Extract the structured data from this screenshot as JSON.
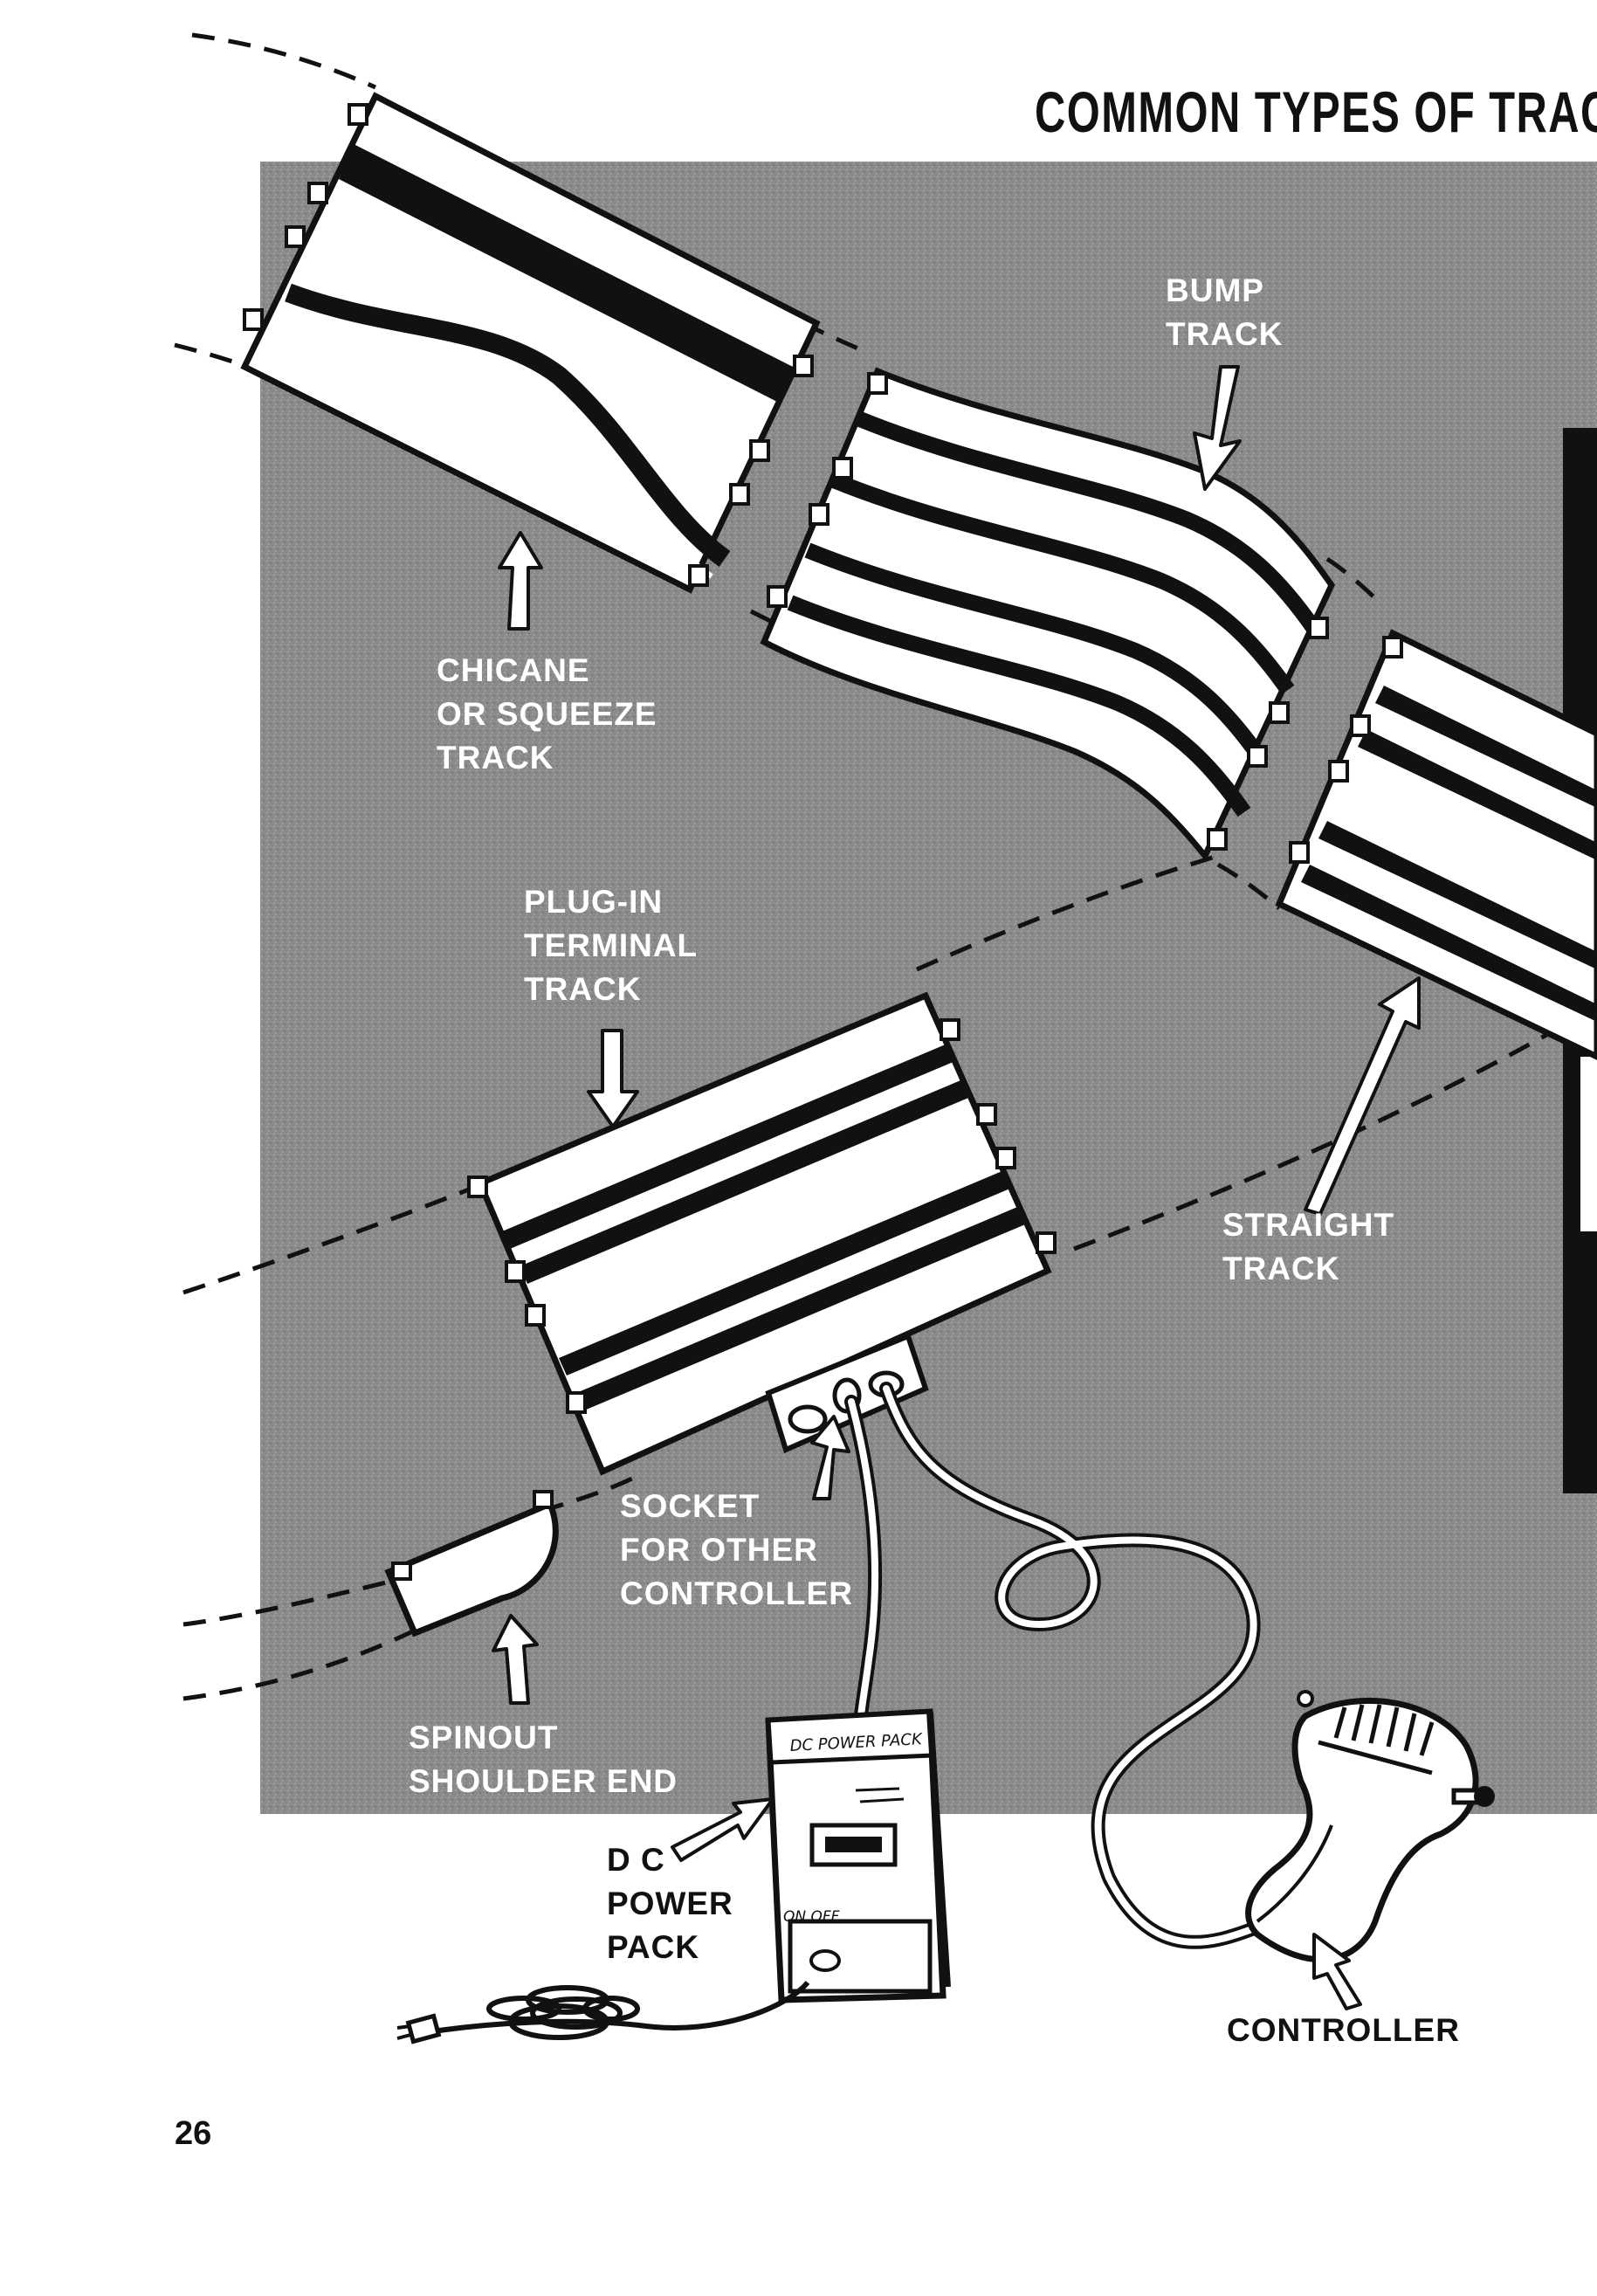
{
  "page": {
    "title": "COMMON TYPES OF TRACK",
    "page_number": "26"
  },
  "labels": {
    "bump_track": [
      "BUMP",
      "TRACK"
    ],
    "chicane": [
      "CHICANE",
      "OR SQUEEZE",
      "TRACK"
    ],
    "plug_in": [
      "PLUG-IN",
      "TERMINAL",
      "TRACK"
    ],
    "straight": [
      "STRAIGHT",
      "TRACK"
    ],
    "socket": [
      "SOCKET",
      "FOR OTHER",
      "CONTROLLER"
    ],
    "spinout": [
      "SPINOUT",
      "SHOULDER END"
    ],
    "dc_power_pack": [
      "D C",
      "POWER",
      "PACK"
    ],
    "controller": "CONTROLLER"
  },
  "power_pack_markings": {
    "brand": "DC POWER PACK",
    "switch": "ON OFF"
  },
  "colors": {
    "background_panel": "#8a8a8a",
    "ink": "#111111",
    "paper": "#ffffff"
  }
}
